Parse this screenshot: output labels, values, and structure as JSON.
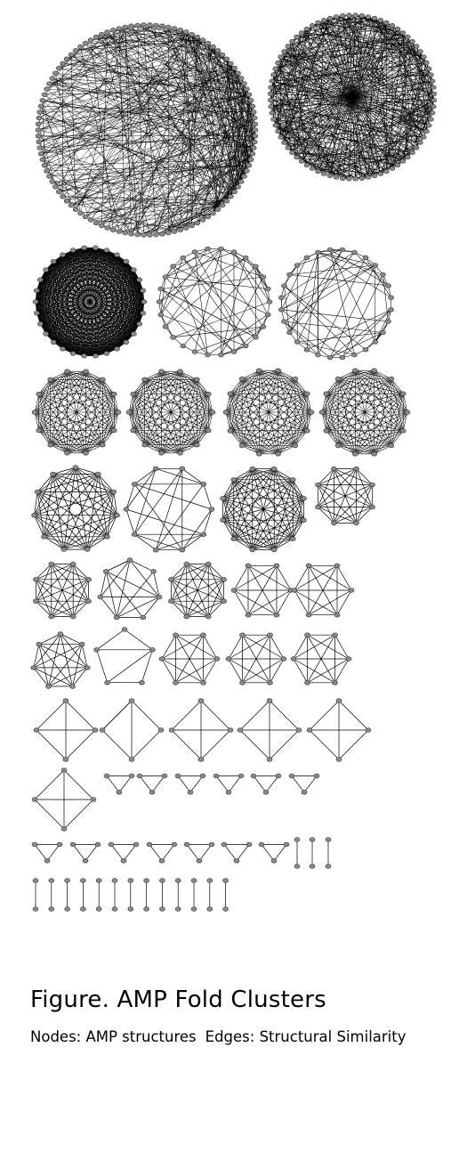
{
  "figure": {
    "title": "Figure. AMP Fold Clusters",
    "nodes_label": "Nodes: AMP structures",
    "edges_label": "Edges: Structural Similarity"
  },
  "colors": {
    "node_fill": "#8a8a8a",
    "node_stroke": "#3a3a3a",
    "edge": "#000000",
    "background": "#ffffff"
  },
  "clusters": [
    {
      "id": "c1",
      "nodes": 110,
      "layout": "circle",
      "edges": "dense-skewed"
    },
    {
      "id": "c2",
      "nodes": 80,
      "layout": "circle",
      "edges": "dense"
    },
    {
      "id": "c3",
      "nodes": 30,
      "layout": "circle",
      "edges": "complete"
    },
    {
      "id": "c4",
      "nodes": 26,
      "layout": "circle",
      "edges": "sparse"
    },
    {
      "id": "c5",
      "nodes": 28,
      "layout": "circle",
      "edges": "sparse"
    },
    {
      "id": "c6",
      "nodes": 14,
      "layout": "circle",
      "edges": "complete"
    },
    {
      "id": "c7",
      "nodes": 14,
      "layout": "circle",
      "edges": "complete"
    },
    {
      "id": "c8",
      "nodes": 14,
      "layout": "circle",
      "edges": "complete"
    },
    {
      "id": "c9",
      "nodes": 14,
      "layout": "circle",
      "edges": "complete"
    },
    {
      "id": "c10",
      "nodes": 11,
      "layout": "circle",
      "edges": "complete"
    },
    {
      "id": "c11",
      "nodes": 10,
      "layout": "circle",
      "edges": "partial"
    },
    {
      "id": "c12",
      "nodes": 12,
      "layout": "circle",
      "edges": "complete"
    },
    {
      "id": "c13",
      "nodes": 8,
      "layout": "circle",
      "edges": "complete"
    },
    {
      "id": "c14",
      "nodes": 8,
      "layout": "circle",
      "edges": "complete"
    },
    {
      "id": "c15",
      "nodes": 7,
      "layout": "circle",
      "edges": "partial"
    },
    {
      "id": "c16",
      "nodes": 8,
      "layout": "circle",
      "edges": "complete"
    },
    {
      "id": "c17",
      "nodes": 6,
      "layout": "circle",
      "edges": "complete"
    },
    {
      "id": "c18",
      "nodes": 6,
      "layout": "circle",
      "edges": "complete"
    },
    {
      "id": "c19",
      "nodes": 7,
      "layout": "circle",
      "edges": "complete"
    },
    {
      "id": "c20",
      "nodes": 5,
      "layout": "circle",
      "edges": "partial"
    },
    {
      "id": "c21",
      "nodes": 6,
      "layout": "circle",
      "edges": "complete"
    },
    {
      "id": "c22",
      "nodes": 6,
      "layout": "circle",
      "edges": "complete"
    },
    {
      "id": "c23",
      "nodes": 6,
      "layout": "circle",
      "edges": "complete"
    },
    {
      "id": "c24",
      "nodes": 4,
      "layout": "diamond",
      "edges": "complete"
    },
    {
      "id": "c25",
      "nodes": 4,
      "layout": "diamond",
      "edges": "partial"
    },
    {
      "id": "c26",
      "nodes": 4,
      "layout": "diamond",
      "edges": "complete"
    },
    {
      "id": "c27",
      "nodes": 4,
      "layout": "diamond",
      "edges": "complete"
    },
    {
      "id": "c28",
      "nodes": 4,
      "layout": "diamond",
      "edges": "complete"
    },
    {
      "id": "c29",
      "nodes": 4,
      "layout": "diamond",
      "edges": "complete"
    },
    {
      "id": "c30",
      "nodes": 3,
      "layout": "triangle",
      "edges": "complete"
    },
    {
      "id": "c31",
      "nodes": 3,
      "layout": "triangle",
      "edges": "complete"
    },
    {
      "id": "c32",
      "nodes": 3,
      "layout": "triangle",
      "edges": "complete"
    },
    {
      "id": "c33",
      "nodes": 3,
      "layout": "triangle",
      "edges": "complete"
    },
    {
      "id": "c34",
      "nodes": 3,
      "layout": "triangle",
      "edges": "complete"
    },
    {
      "id": "c35",
      "nodes": 3,
      "layout": "triangle",
      "edges": "complete"
    },
    {
      "id": "c36",
      "nodes": 3,
      "layout": "triangle",
      "edges": "complete"
    },
    {
      "id": "c37",
      "nodes": 3,
      "layout": "triangle",
      "edges": "complete"
    },
    {
      "id": "c38",
      "nodes": 3,
      "layout": "triangle",
      "edges": "complete"
    },
    {
      "id": "c39",
      "nodes": 3,
      "layout": "triangle",
      "edges": "complete"
    },
    {
      "id": "c40",
      "nodes": 3,
      "layout": "triangle",
      "edges": "complete"
    },
    {
      "id": "c41",
      "nodes": 3,
      "layout": "triangle",
      "edges": "complete"
    },
    {
      "id": "c42",
      "nodes": 3,
      "layout": "triangle",
      "edges": "complete"
    },
    {
      "id": "c43",
      "nodes": 2,
      "layout": "vertical-pair",
      "edges": "complete"
    },
    {
      "id": "c44",
      "nodes": 2,
      "layout": "vertical-pair",
      "edges": "complete"
    },
    {
      "id": "c45",
      "nodes": 2,
      "layout": "vertical-pair",
      "edges": "complete"
    },
    {
      "id": "c46",
      "nodes": 2,
      "layout": "vertical-pair",
      "edges": "complete"
    },
    {
      "id": "c47",
      "nodes": 2,
      "layout": "vertical-pair",
      "edges": "complete"
    },
    {
      "id": "c48",
      "nodes": 2,
      "layout": "vertical-pair",
      "edges": "complete"
    },
    {
      "id": "c49",
      "nodes": 2,
      "layout": "vertical-pair",
      "edges": "complete"
    },
    {
      "id": "c50",
      "nodes": 2,
      "layout": "vertical-pair",
      "edges": "complete"
    },
    {
      "id": "c51",
      "nodes": 2,
      "layout": "vertical-pair",
      "edges": "complete"
    },
    {
      "id": "c52",
      "nodes": 2,
      "layout": "vertical-pair",
      "edges": "complete"
    },
    {
      "id": "c53",
      "nodes": 2,
      "layout": "vertical-pair",
      "edges": "complete"
    },
    {
      "id": "c54",
      "nodes": 2,
      "layout": "vertical-pair",
      "edges": "complete"
    },
    {
      "id": "c55",
      "nodes": 2,
      "layout": "vertical-pair",
      "edges": "complete"
    },
    {
      "id": "c56",
      "nodes": 2,
      "layout": "vertical-pair",
      "edges": "complete"
    },
    {
      "id": "c57",
      "nodes": 2,
      "layout": "vertical-pair",
      "edges": "complete"
    },
    {
      "id": "c58",
      "nodes": 2,
      "layout": "vertical-pair",
      "edges": "complete"
    }
  ]
}
